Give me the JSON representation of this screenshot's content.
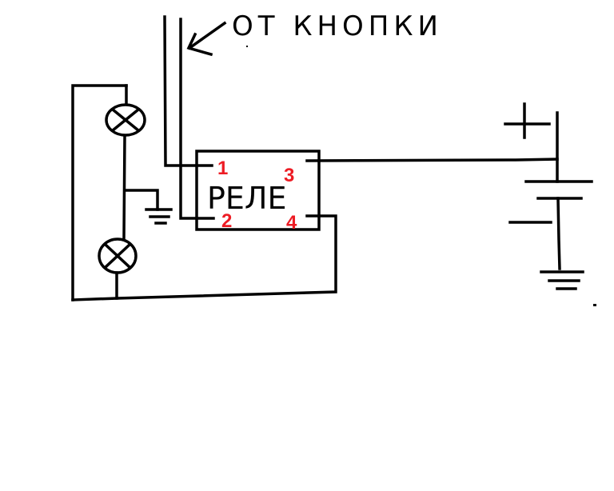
{
  "caption": "ОТ КНОПКИ",
  "relay": {
    "label": "РЕЛЕ",
    "pins": [
      "1",
      "2",
      "3",
      "4"
    ]
  },
  "colors": {
    "line": "#000000",
    "pin_label": "#ed1c24",
    "background": "#ffffff"
  }
}
